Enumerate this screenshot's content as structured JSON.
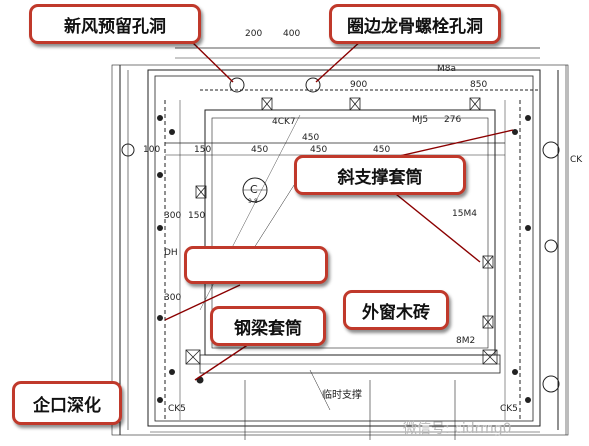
{
  "callouts": {
    "fresh_air_hole": "新风预留孔洞",
    "ring_joist_bolt_hole": "圈边龙骨螺栓孔洞",
    "diagonal_brace_sleeve": "斜支撑套筒",
    "blank_box": "",
    "outer_window_block": "外窗木砖",
    "steel_beam_sleeve": "钢梁套筒",
    "rebate_deepening": "企口深化"
  },
  "labels": {
    "dim_200": "200",
    "dim_400": "400",
    "dim_900": "900",
    "dim_850": "850",
    "dim_450a": "450",
    "dim_450b": "450",
    "dim_450c": "450",
    "dim_150a": "150",
    "dim_150b": "150",
    "dim_100": "100",
    "dim_300a": "300",
    "dim_300b": "300",
    "dim_276": "276",
    "mark_4ck7": "4CK7",
    "mark_mj5": "MJ5",
    "mark_15m4": "15M4",
    "mark_8m2": "8M2",
    "mark_ck5a": "CK5",
    "mark_ck5b": "CK5",
    "mark_ck": "CK",
    "mark_dh": "DH",
    "mark_m8a": "M8a",
    "mark_c": "C",
    "mark_sub": "9-8",
    "temp_support": "临时支撑",
    "watermark": "微信号: cidrmg0"
  },
  "colors": {
    "callout_border": "#c0392b",
    "line": "#222222"
  }
}
